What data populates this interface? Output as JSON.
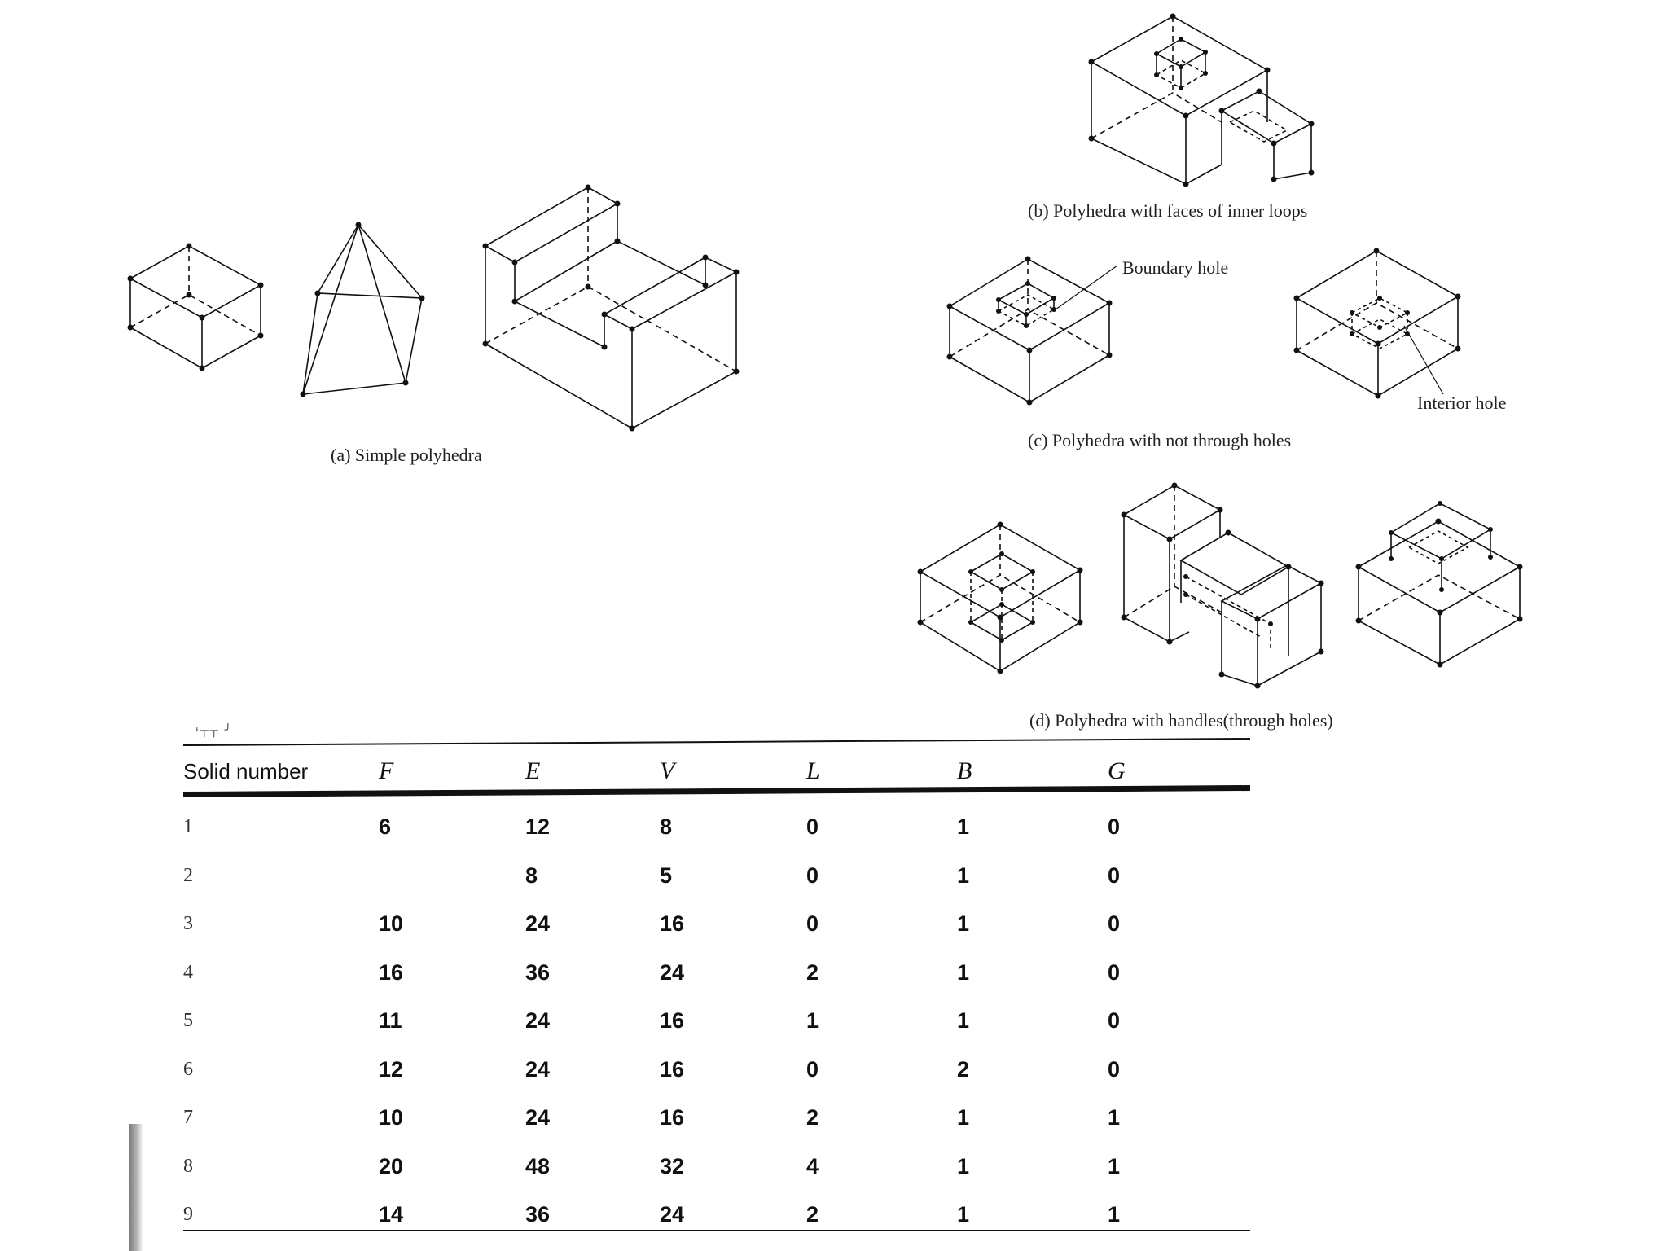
{
  "figure": {
    "captions": {
      "a": "(a) Simple polyhedra",
      "b": "(b) Polyhedra with faces of inner loops",
      "c": "(c) Polyhedra with not through holes",
      "d": "(d) Polyhedra with handles(through holes)"
    },
    "labels": {
      "boundary_hole": "Boundary hole",
      "interior_hole": "Interior hole"
    }
  },
  "table": {
    "marginalia": "ꜟ┬┬ ╯",
    "headers": [
      "Solid number",
      "F",
      "E",
      "V",
      "L",
      "B",
      "G"
    ],
    "rows": [
      [
        "1",
        "6",
        "12",
        "8",
        "0",
        "1",
        "0"
      ],
      [
        "2",
        "",
        "8",
        "5",
        "0",
        "1",
        "0"
      ],
      [
        "3",
        "10",
        "24",
        "16",
        "0",
        "1",
        "0"
      ],
      [
        "4",
        "16",
        "36",
        "24",
        "2",
        "1",
        "0"
      ],
      [
        "5",
        "11",
        "24",
        "16",
        "1",
        "1",
        "0"
      ],
      [
        "6",
        "12",
        "24",
        "16",
        "0",
        "2",
        "0"
      ],
      [
        "7",
        "10",
        "24",
        "16",
        "2",
        "1",
        "1"
      ],
      [
        "8",
        "20",
        "48",
        "32",
        "4",
        "1",
        "1"
      ],
      [
        "9",
        "14",
        "36",
        "24",
        "2",
        "1",
        "1"
      ]
    ]
  }
}
